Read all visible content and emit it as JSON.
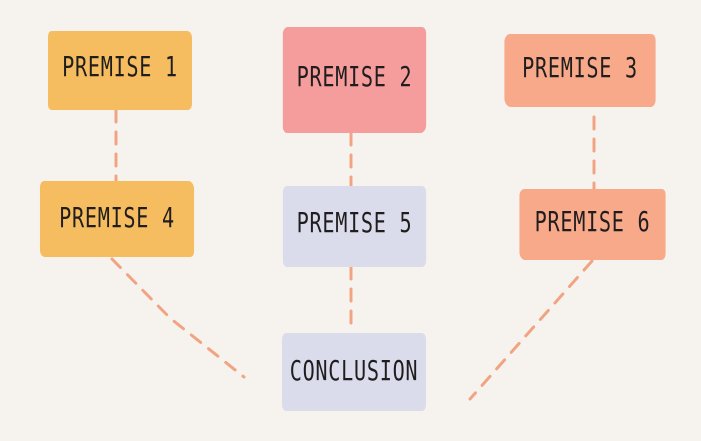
{
  "colors": {
    "background": "#f6f3ee",
    "premise_yellow": "#f5bd5f",
    "premise_pink": "#f59c9c",
    "premise_salmon": "#f8a98a",
    "premise_lavender": "#dadcec",
    "connector": "#f1a484",
    "text": "#1f1d1d"
  },
  "nodes": {
    "premise1": {
      "label": "PREMISE 1",
      "color": "#f5bd5f"
    },
    "premise2": {
      "label": "PREMISE 2",
      "color": "#f59c9c"
    },
    "premise3": {
      "label": "PREMISE 3",
      "color": "#f8a98a"
    },
    "premise4": {
      "label": "PREMISE 4",
      "color": "#f5bd5f"
    },
    "premise5": {
      "label": "PREMISE 5",
      "color": "#dadcec"
    },
    "premise6": {
      "label": "PREMISE 6",
      "color": "#f8a98a"
    },
    "conclusion": {
      "label": "CONCLUSION",
      "color": "#dadcec"
    }
  },
  "edges": [
    {
      "from": "premise1",
      "to": "premise4"
    },
    {
      "from": "premise2",
      "to": "premise5"
    },
    {
      "from": "premise3",
      "to": "premise6"
    },
    {
      "from": "premise4",
      "to": "conclusion"
    },
    {
      "from": "premise5",
      "to": "conclusion"
    },
    {
      "from": "premise6",
      "to": "conclusion"
    }
  ]
}
